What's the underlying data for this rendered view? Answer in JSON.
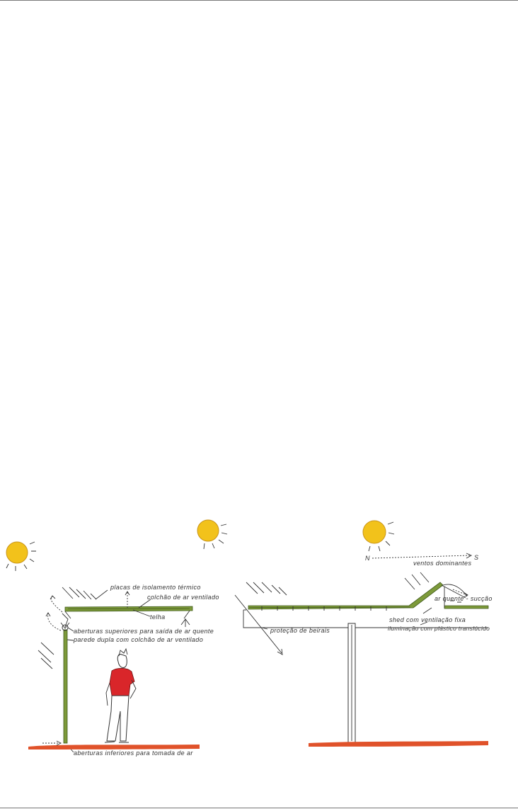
{
  "labels": {
    "placas": "placas de isolamento térmico",
    "colchao": "colchão de ar ventilado",
    "telha": "telha",
    "aberturas_sup": "aberturas superiores para saída de ar quente",
    "parede_dupla": "parede dupla com colchão de ar ventilado",
    "aberturas_inf": "aberturas inferiores para tomada de ar",
    "ventos": "ventos dominantes",
    "n": "N",
    "s": "S",
    "ar_quente": "ar quente - sucção",
    "shed": "shed com ventilação fixa",
    "iluminacao": "iluminação com plástico translúcido",
    "protecao": "proteção de beirais"
  },
  "colors": {
    "sun": "#f2c21b",
    "sun_stroke": "#c8941a",
    "roof": "#7d9a3a",
    "ground": "#e0522a",
    "shirt": "#d9262a"
  },
  "icons": [
    "sun-icon",
    "person-figure"
  ]
}
